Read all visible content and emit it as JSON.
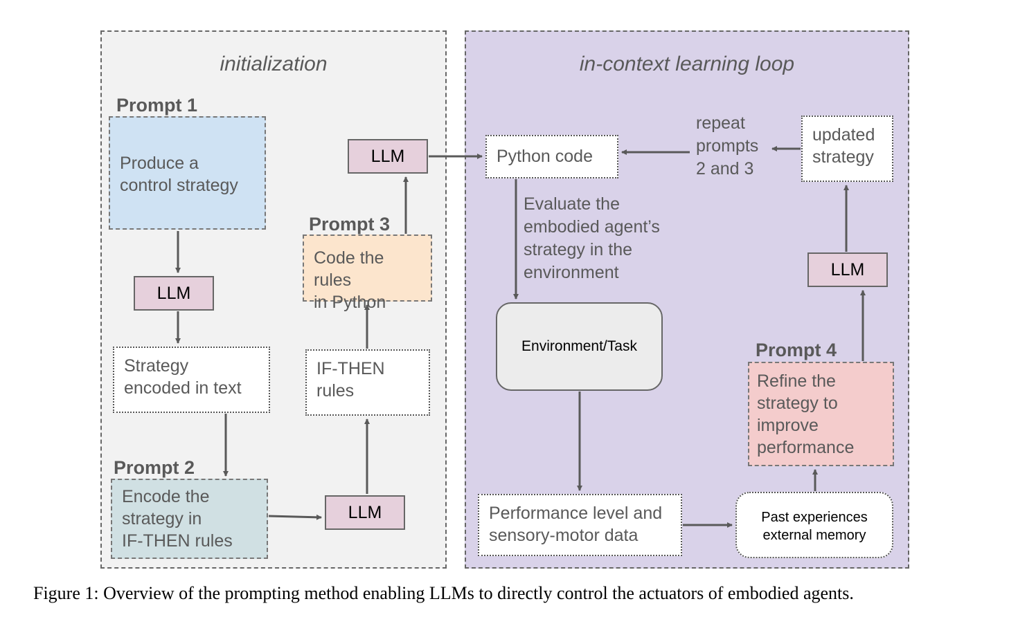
{
  "panels": {
    "initialization": {
      "title": "initialization",
      "background": "#f2f2f2"
    },
    "loop": {
      "title": "in-context learning loop",
      "background": "#d9d2e9"
    }
  },
  "prompts": [
    {
      "label": "Prompt 1",
      "text": [
        "Produce a",
        "control strategy"
      ],
      "color": "#cfe2f3"
    },
    {
      "label": "Prompt 2",
      "text": [
        "Encode the",
        "strategy in",
        "IF-THEN rules"
      ],
      "color": "#d0e0e3"
    },
    {
      "label": "Prompt 3",
      "text": [
        "Code the rules",
        "in Python"
      ],
      "color": "#fce5cd"
    },
    {
      "label": "Prompt 4",
      "text": [
        "Refine the",
        "strategy to",
        "improve",
        "performance"
      ],
      "color": "#f4cccc"
    }
  ],
  "llm_label": "LLM",
  "nodes": {
    "strategy_text": [
      "Strategy",
      "encoded in text"
    ],
    "if_then": [
      "IF-THEN",
      "rules"
    ],
    "python_code": "Python code",
    "environment": "Environment/Task",
    "performance": [
      "Performance level and",
      "sensory-motor data"
    ],
    "past_experiences": [
      "Past experiences",
      "external memory"
    ],
    "updated_strategy": [
      "updated",
      "strategy"
    ]
  },
  "annotations": {
    "repeat": [
      "repeat",
      "prompts",
      "2 and 3"
    ],
    "evaluate": [
      "Evaluate the",
      "embodied agent’s",
      "strategy in the",
      "environment"
    ]
  },
  "caption": "Figure 1: Overview of the prompting method enabling LLMs to directly control the actuators of embodied agents."
}
